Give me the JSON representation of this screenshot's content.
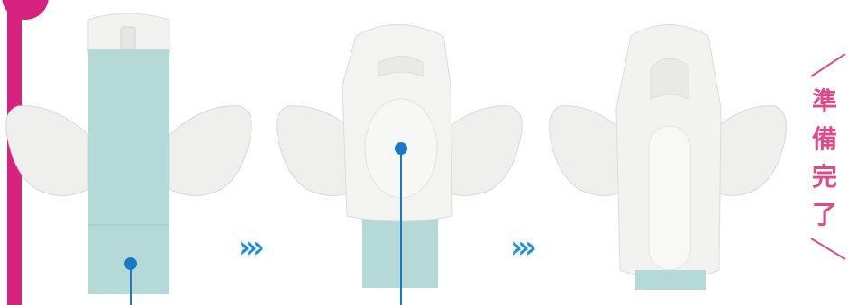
{
  "flow": {
    "arrow1": "›››",
    "arrow2": "›››"
  },
  "ready": {
    "chars": [
      "準",
      "備",
      "完",
      "了"
    ]
  },
  "colors": {
    "accent": "#d6237f",
    "arrow": "#1f8fd6",
    "pointer": "#1b78c4",
    "wrapper": "#b5d9d6",
    "pad": "#f1f1ef",
    "ready_text": "#e04a8a"
  }
}
